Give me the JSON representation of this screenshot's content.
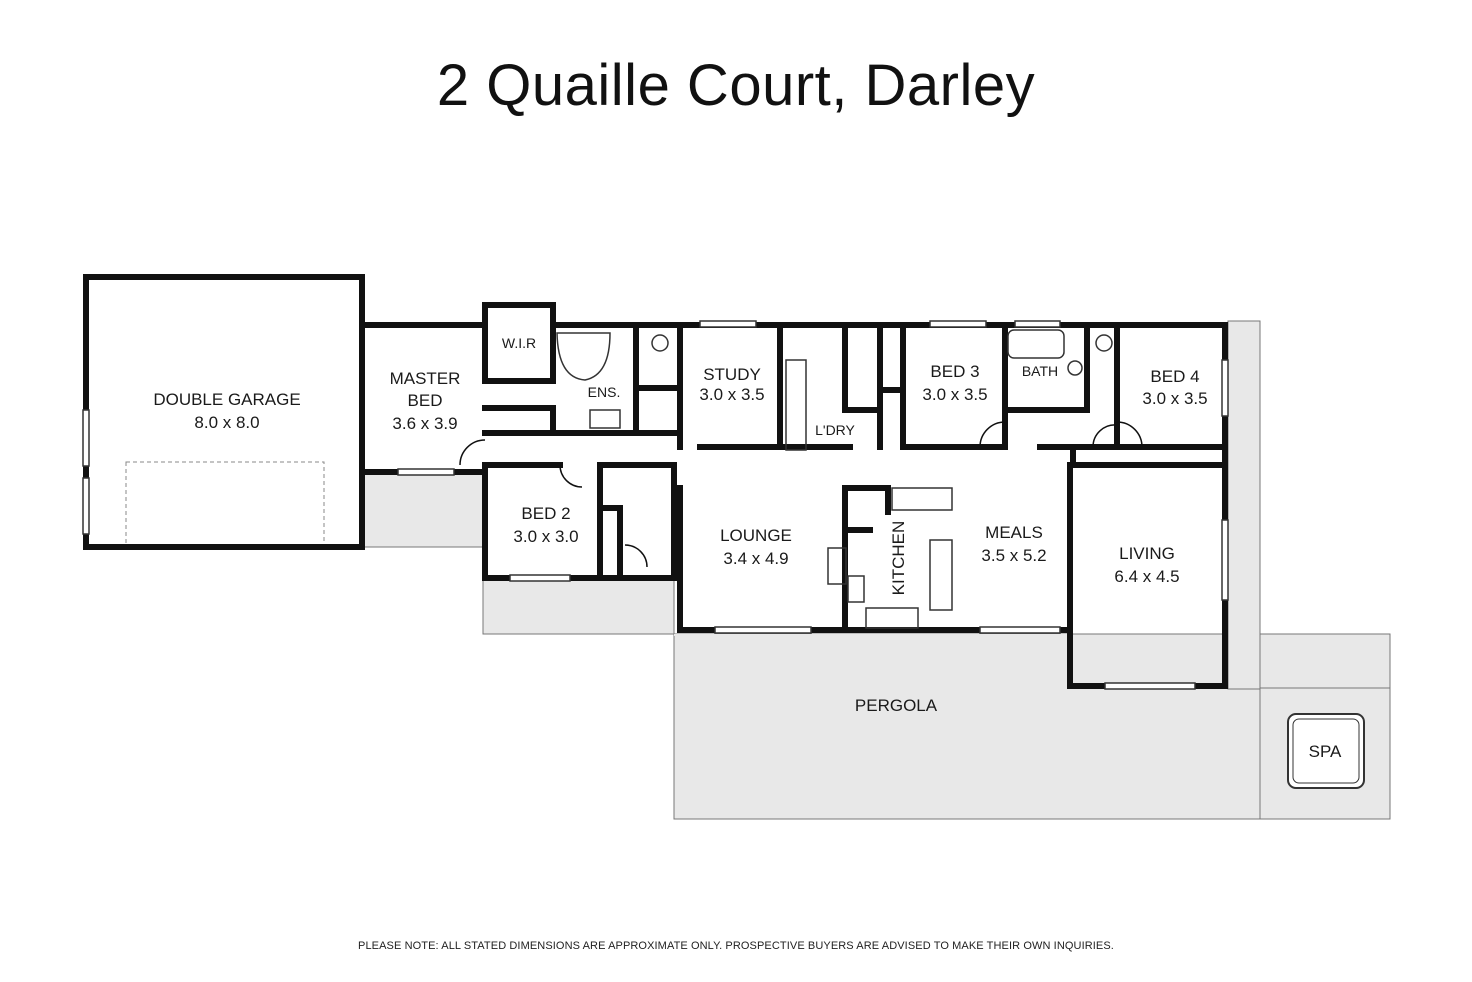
{
  "title": "2 Quaille Court, Darley",
  "rooms": {
    "garage": {
      "name": "DOUBLE GARAGE",
      "dims": "8.0 x 8.0"
    },
    "master": {
      "name1": "MASTER",
      "name2": "BED",
      "dims": "3.6 x 3.9"
    },
    "wir": {
      "name": "W.I.R"
    },
    "ens": {
      "name": "ENS."
    },
    "study": {
      "name": "STUDY",
      "dims": "3.0 x 3.5"
    },
    "laundry": {
      "name": "L'DRY"
    },
    "bed3": {
      "name": "BED 3",
      "dims": "3.0 x 3.5"
    },
    "bath": {
      "name": "BATH"
    },
    "bed4": {
      "name": "BED 4",
      "dims": "3.0 x 3.5"
    },
    "bed2": {
      "name": "BED 2",
      "dims": "3.0 x 3.0"
    },
    "lounge": {
      "name": "LOUNGE",
      "dims": "3.4 x 4.9"
    },
    "kitchen": {
      "name": "KITCHEN"
    },
    "meals": {
      "name": "MEALS",
      "dims": "3.5 x 5.2"
    },
    "living": {
      "name": "LIVING",
      "dims": "6.4 x 4.5"
    },
    "pergola": {
      "name": "PERGOLA"
    },
    "spa": {
      "name": "SPA"
    }
  },
  "note": "PLEASE NOTE: ALL STATED DIMENSIONS ARE APPROXIMATE ONLY. PROSPECTIVE BUYERS ARE ADVISED TO MAKE THEIR OWN INQUIRIES.",
  "colors": {
    "wall": "#111111",
    "outdoor": "#e8e8e8",
    "outline": "#555555"
  }
}
